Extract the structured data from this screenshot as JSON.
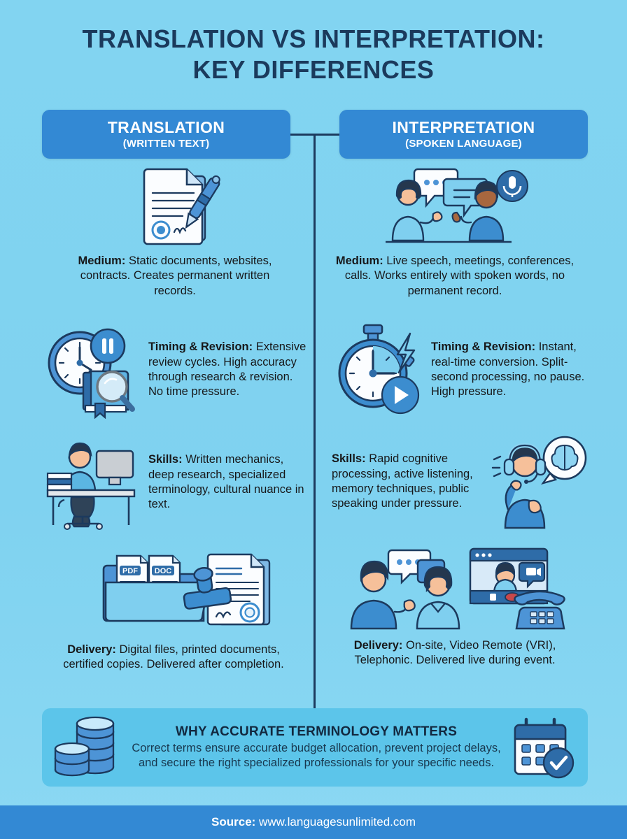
{
  "title": {
    "line1": "TRANSLATION VS INTERPRETATION:",
    "line2": "KEY DIFFERENCES"
  },
  "headers": {
    "left": {
      "main": "TRANSLATION",
      "sub": "(WRITTEN TEXT)"
    },
    "right": {
      "main": "INTERPRETATION",
      "sub": "(SPOKEN LANGUAGE)"
    }
  },
  "columns": {
    "translation": [
      {
        "icon": "signed-document-pen-icon",
        "label": "Medium:",
        "text": " Static documents, websites, contracts. Creates permanent written records."
      },
      {
        "icon": "clock-pause-book-magnifier-icon",
        "label": "Timing & Revision:",
        "text": " Extensive review cycles. High accuracy through research & revision. No time pressure."
      },
      {
        "icon": "translator-at-desk-icon",
        "label": "Skills:",
        "text": " Written mechanics, deep research, specialized terminology, cultural nuance in text."
      },
      {
        "icon": "folder-pdf-doc-stamp-icon",
        "label": "Delivery:",
        "text": " Digital files, printed documents, certified copies. Delivered after completion."
      }
    ],
    "interpretation": [
      {
        "icon": "two-people-speech-microphone-icon",
        "label": "Medium:",
        "text": " Live speech, meetings, conferences, calls. Works entirely with spoken words, no permanent record."
      },
      {
        "icon": "stopwatch-lightning-play-icon",
        "label": "Timing & Revision:",
        "text": " Instant, real-time conversion. Split-second processing, no pause. High pressure."
      },
      {
        "icon": "headset-interpreter-brain-icon",
        "label": "Skills:",
        "text": " Rapid cognitive processing, active listening, memory techniques, public speaking under pressure."
      },
      {
        "icon": "onsite-video-telephone-icon",
        "label": "Delivery:",
        "text": " On-site, Video Remote (VRI), Telephonic. Delivered live during event."
      }
    ]
  },
  "callout": {
    "icon_left": "coin-stacks-icon",
    "icon_right": "calendar-check-icon",
    "title": "WHY ACCURATE TERMINOLOGY MATTERS",
    "body": "Correct terms ensure accurate budget allocation, prevent project delays, and secure the right specialized professionals for your specific needs."
  },
  "footer": {
    "label": "Source:",
    "url": " www.languagesunlimited.com"
  },
  "colors": {
    "background": "#7FD3F0",
    "header_box": "#3389D4",
    "title_text": "#1B3A5C",
    "divider": "#1C3A5E",
    "callout_bg": "#5CC5EA",
    "footer_bg": "#3389D4",
    "icon_blue": "#3C8DCF",
    "icon_dark": "#1C3A5E",
    "icon_light": "#8ED4F2"
  }
}
